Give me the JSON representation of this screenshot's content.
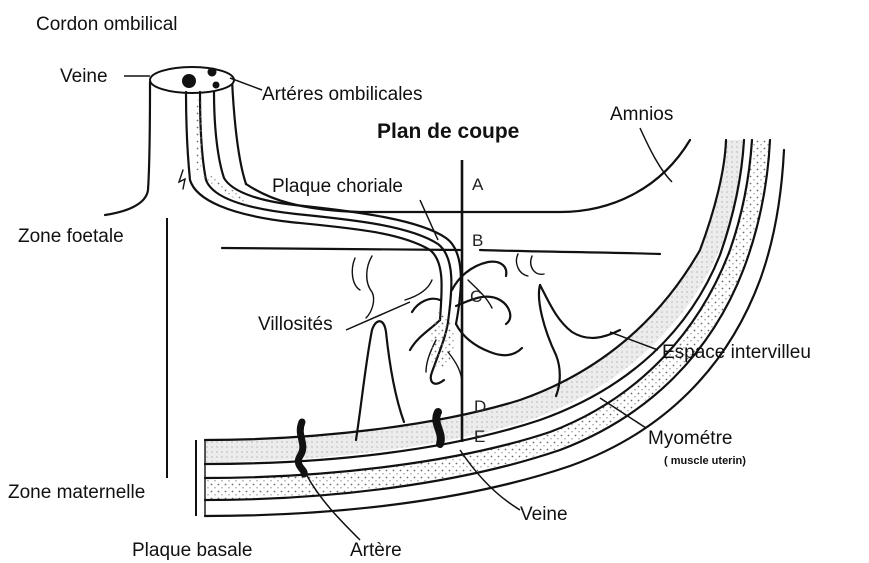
{
  "labels": {
    "cordon_ombilical": "Cordon ombilical",
    "veine_top": "Veine",
    "arteres_ombilicales": "Artéres ombilicales",
    "plan_de_coupe": "Plan de coupe",
    "amnios": "Amnios",
    "plaque_choriale": "Plaque choriale",
    "zone_foetale": "Zone foetale",
    "villosites": "Villosités",
    "espace_intervilleux": "Espace intervilleu",
    "myometre": "Myométre",
    "muscle_uterin": "( muscle uterin)",
    "zone_maternelle": "Zone maternelle",
    "veine_bottom": "Veine",
    "plaque_basale": "Plaque basale",
    "artere": "Artère"
  },
  "section_letters": [
    "A",
    "B",
    "C",
    "D",
    "E"
  ],
  "colors": {
    "ink": "#111111",
    "stipple": "#8a8a8a",
    "shade": "#e6e6e6"
  }
}
